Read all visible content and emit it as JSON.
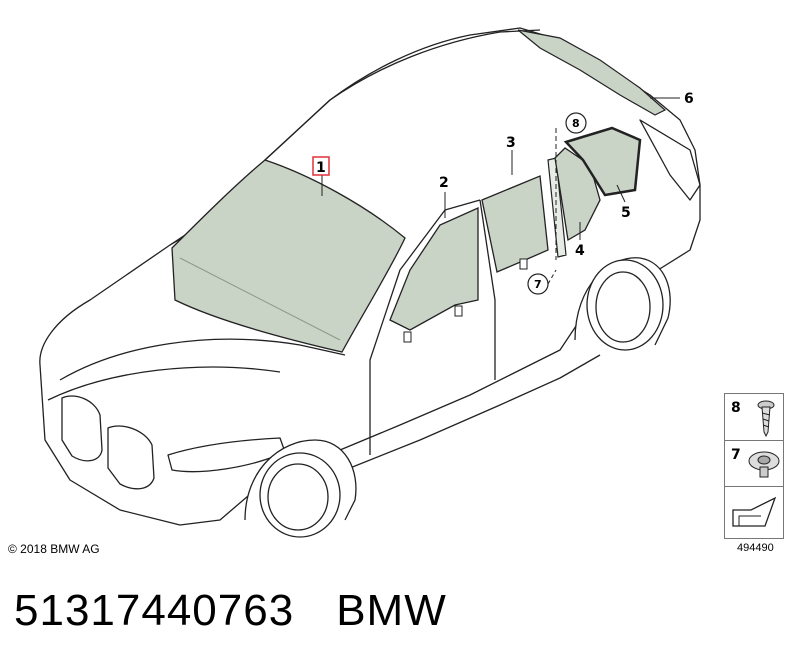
{
  "callouts": {
    "c1": "1",
    "c2": "2",
    "c3": "3",
    "c4": "4",
    "c5": "5",
    "c6": "6",
    "c7": "7",
    "c8": "8"
  },
  "legend": {
    "item_top": "8",
    "item_bottom": "7"
  },
  "copyright": "© 2018 BMW AG",
  "drawing_number": "494490",
  "part_number": "51317440763",
  "brand": "BMW",
  "colors": {
    "glass_fill": "#c9d3c6",
    "outline": "#222222",
    "highlight_box": "#e0303a"
  }
}
